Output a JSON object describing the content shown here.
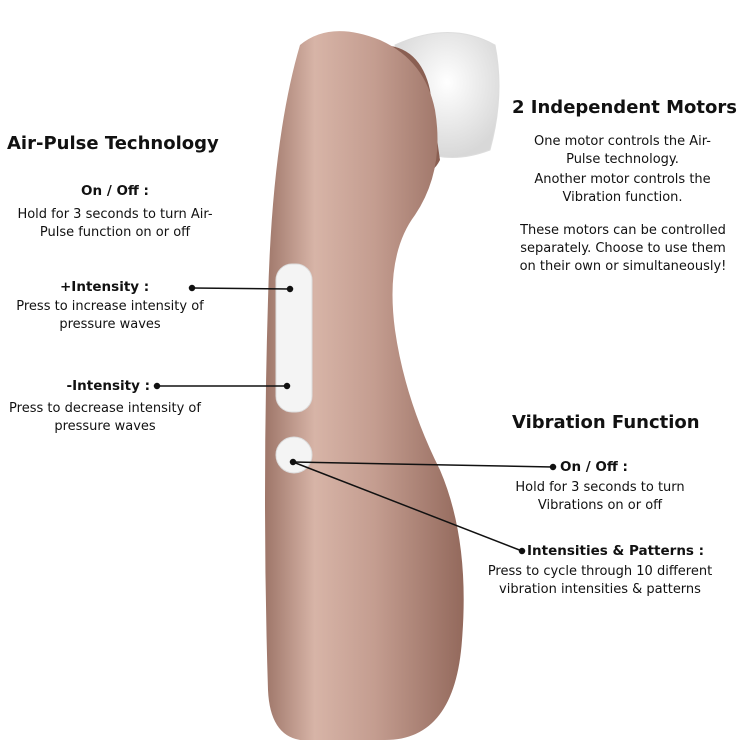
{
  "air_pulse": {
    "title": "Air-Pulse Technology",
    "on_off": {
      "label": "On / Off :",
      "desc": "Hold for 3 seconds to turn Air-Pulse function on or off"
    },
    "plus_intensity": {
      "label": "+Intensity :",
      "desc": "Press to increase intensity of pressure waves"
    },
    "minus_intensity": {
      "label": "-Intensity :",
      "desc": "Press to decrease intensity of pressure waves"
    }
  },
  "motors": {
    "title": "2 Independent Motors",
    "line1": "One motor controls the Air-Pulse technology.",
    "line2": "Another motor controls the Vibration function.",
    "line3": "These motors can be controlled separately. Choose to use them on their own or simultaneously!"
  },
  "vibration": {
    "title": "Vibration Function",
    "on_off": {
      "label": "On / Off :",
      "desc": "Hold for 3 seconds to turn Vibrations on or off"
    },
    "patterns": {
      "label": "Intensities & Patterns :",
      "desc": "Press to cycle through 10 different vibration intensities & patterns"
    }
  },
  "colors": {
    "body": "#c29a8c",
    "body_dark": "#9c7467",
    "cap": "#f2f2f2",
    "button": "#f4f4f4"
  }
}
